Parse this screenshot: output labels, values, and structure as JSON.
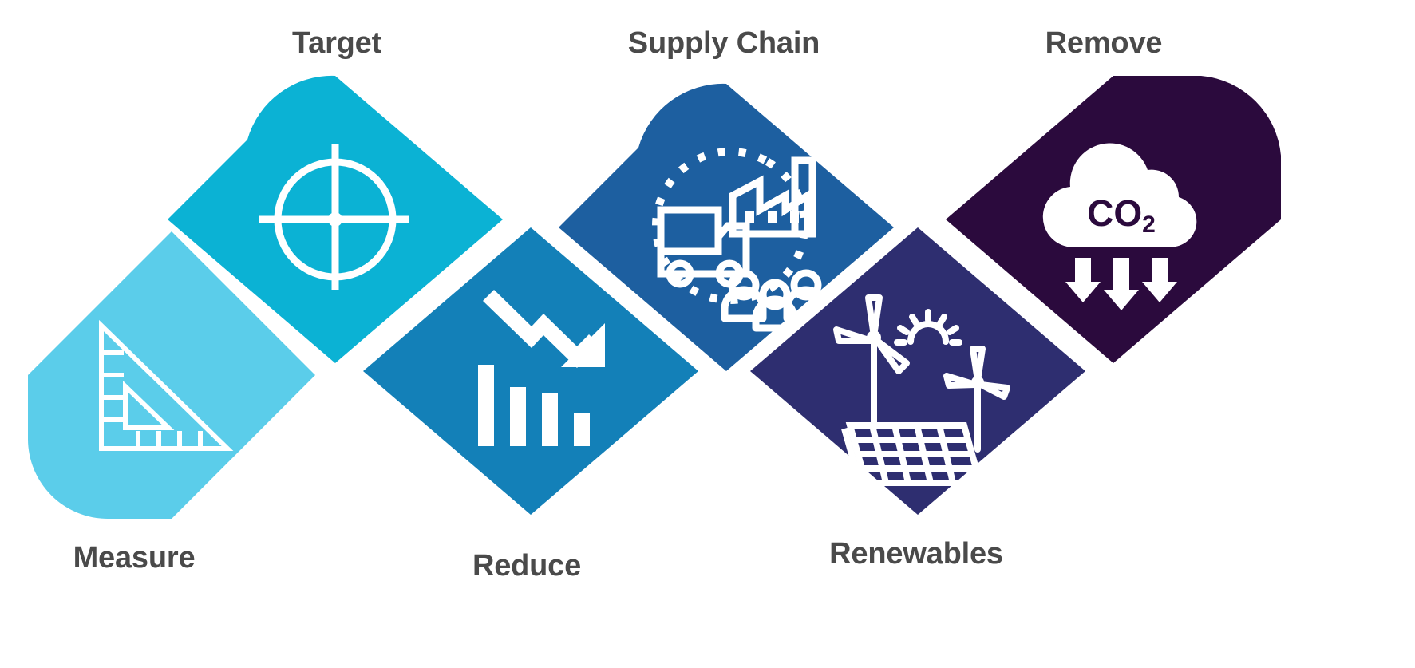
{
  "diagram": {
    "title_visible": false,
    "background_color": "#ffffff",
    "label_color": "#4a4a4a",
    "icon_color": "#ffffff",
    "steps": [
      {
        "id": "measure",
        "label": "Measure",
        "label_position": "bottom",
        "color": "#5BCDEA",
        "icon_name": "set-square-ruler-icon",
        "rounded_corner": "bottom-left",
        "order": 1
      },
      {
        "id": "target",
        "label": "Target",
        "label_position": "top",
        "color": "#0BB2D4",
        "icon_name": "crosshair-target-icon",
        "rounded_corner": "top-left",
        "order": 2
      },
      {
        "id": "reduce",
        "label": "Reduce",
        "label_position": "bottom",
        "color": "#1380B8",
        "icon_name": "declining-bar-chart-arrow-icon",
        "rounded_corner": "none",
        "order": 3
      },
      {
        "id": "supply-chain",
        "label": "Supply Chain",
        "label_position": "top",
        "color": "#1D5FA0",
        "icon_name": "truck-factory-people-icon",
        "rounded_corner": "top-left",
        "order": 4
      },
      {
        "id": "renewables",
        "label": "Renewables",
        "label_position": "bottom",
        "color": "#2E2E70",
        "icon_name": "solar-panel-wind-turbine-icon",
        "rounded_corner": "none",
        "order": 5
      },
      {
        "id": "remove",
        "label": "Remove",
        "label_position": "top",
        "color": "#2B0A3D",
        "icon_name": "co2-cloud-down-arrows-icon",
        "rounded_corner": "top-right",
        "order": 6
      }
    ],
    "icon_details": {
      "co2_text": "CO",
      "co2_subscript": "2"
    }
  }
}
